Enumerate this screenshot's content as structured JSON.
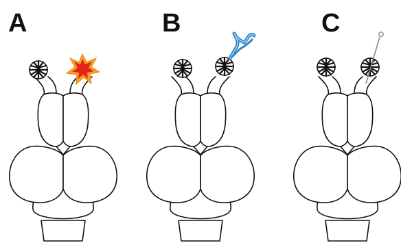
{
  "panels": [
    {
      "label": "A",
      "treatment": "explosion"
    },
    {
      "label": "B",
      "treatment": "forceps"
    },
    {
      "label": "C",
      "treatment": "needle"
    }
  ],
  "colors": {
    "outline": "#111111",
    "explosion_outer": "#f4a51c",
    "explosion_inner": "#e3241b",
    "forceps": "#2b86c9",
    "needle": "#888888"
  }
}
